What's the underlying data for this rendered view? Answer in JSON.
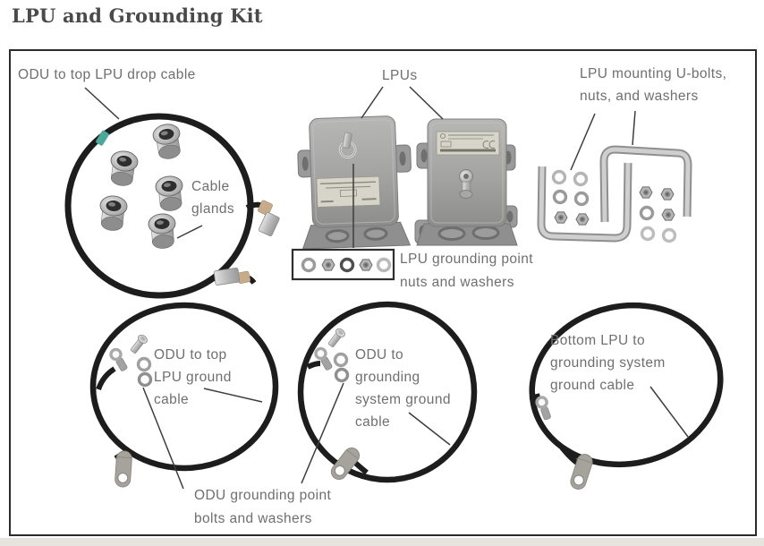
{
  "page": {
    "title": "LPU and Grounding Kit"
  },
  "labels": {
    "drop_cable": "ODU to top LPU drop cable",
    "lpus": "LPUs",
    "u_bolts": "LPU mounting U-bolts,\nnuts, and washers",
    "cable_glands": "Cable\nglands",
    "grounding_nuts": "LPU grounding point\nnuts and washers",
    "left_ground_cable": "ODU to top\nLPU ground\ncable",
    "middle_ground_cable": "ODU to\ngrounding\nsystem ground\ncable",
    "right_ground_cable": "Bottom LPU to\ngrounding system\nground cable",
    "grounding_bolts": "ODU grounding point\nbolts and washers"
  },
  "colors": {
    "title_text": "#4A4A4A",
    "label_text": "#6F6F6F",
    "frame_border": "#2B2B2B",
    "cable_black": "#1D1D1D",
    "accent_teal": "#4BA89B",
    "metal_gray": "#AFAFAF",
    "page_strip": "#E7E4E0"
  }
}
